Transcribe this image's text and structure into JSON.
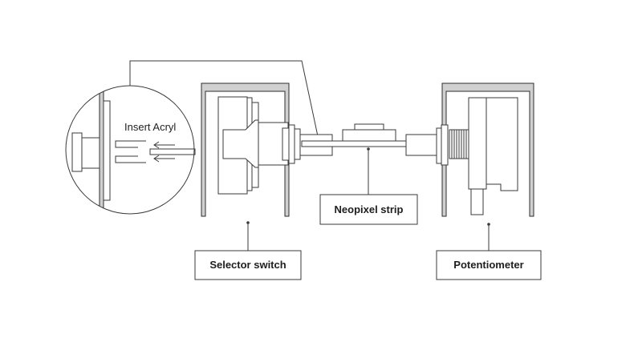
{
  "labels": {
    "insert_acryl": "Insert Acryl",
    "neopixel_strip": "Neopixel strip",
    "selector_switch": "Selector switch",
    "potentiometer": "Potentiometer"
  },
  "colors": {
    "line": "#3a3a3a",
    "wall": "#d0d0d0",
    "background": "#ffffff"
  }
}
